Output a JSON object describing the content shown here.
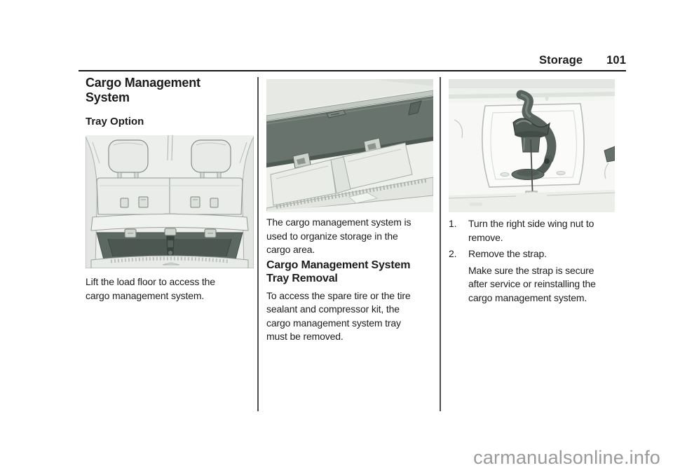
{
  "header": {
    "section": "Storage",
    "page_number": "101"
  },
  "col1": {
    "heading": "Cargo Management\nSystem",
    "subheading": "Tray Option",
    "illustration": "rear-cargo-area-load-floor-lifted",
    "caption": "Lift the load floor to access the\ncargo management system."
  },
  "col2": {
    "illustration": "cargo-management-tray-closeup",
    "para1": "The cargo management system is\nused to organize storage in the\ncargo area.",
    "heading": "Cargo Management System\nTray Removal",
    "para2": "To access the spare tire or the tire\nsealant and compressor kit, the\ncargo management system tray\nmust be removed."
  },
  "col3": {
    "illustration": "wing-nut-and-strap",
    "steps": [
      {
        "num": "1.",
        "text": "Turn the right side wing nut to\nremove."
      },
      {
        "num": "2.",
        "text": "Remove the strap."
      }
    ],
    "note": "Make sure the strap is secure\nafter service or reinstalling the\ncargo management system."
  },
  "watermark": "carmanualsonline.info",
  "colors": {
    "text": "#1c1c1c",
    "divider": "#4d4d4d",
    "rule": "#141414",
    "watermark": "#9a9a9a",
    "art_light": "#edefec",
    "art_dark": "#67736c"
  }
}
